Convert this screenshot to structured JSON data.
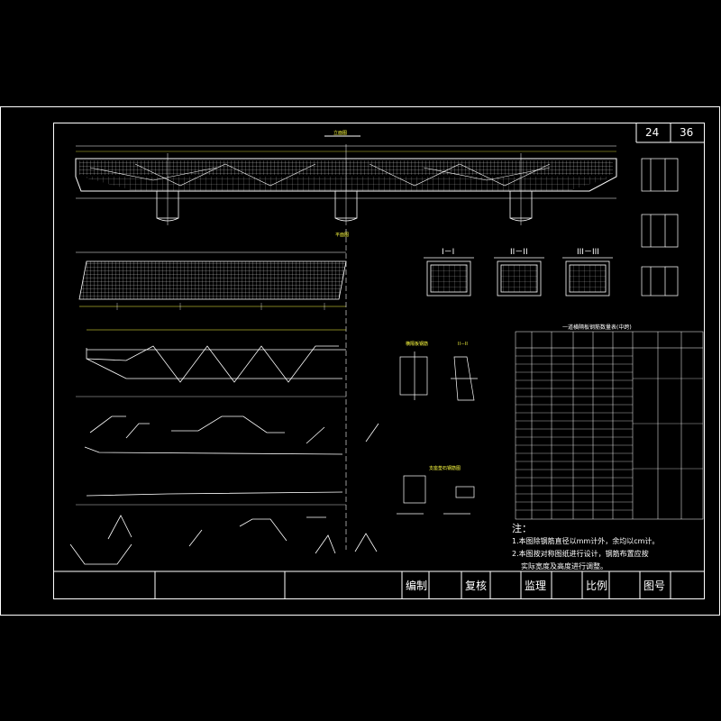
{
  "sheet": {
    "page_no": "24",
    "total_pages": "36"
  },
  "views": {
    "elevation": "立面图",
    "plan": "平面图",
    "sec1": "I－I",
    "sec2": "II－II",
    "sec3": "III－III",
    "detail1": "横隔板钢筋",
    "detail2": "II－II",
    "detail3": "支座垫石钢筋图",
    "rebar_table": "一道横隔板钢筋数量表(中跨)"
  },
  "notes": {
    "title": "注：",
    "lines": [
      "1.本图除钢筋直径以mm计外，余均以cm计。",
      "2.本图按对称图纸进行设计，钢筋布置应按",
      "实际宽度及高度进行调整。"
    ]
  },
  "title_block": {
    "designed": "编制",
    "checked": "复核",
    "supervised": "监理",
    "scale": "比例",
    "drawing_no": "图号"
  }
}
